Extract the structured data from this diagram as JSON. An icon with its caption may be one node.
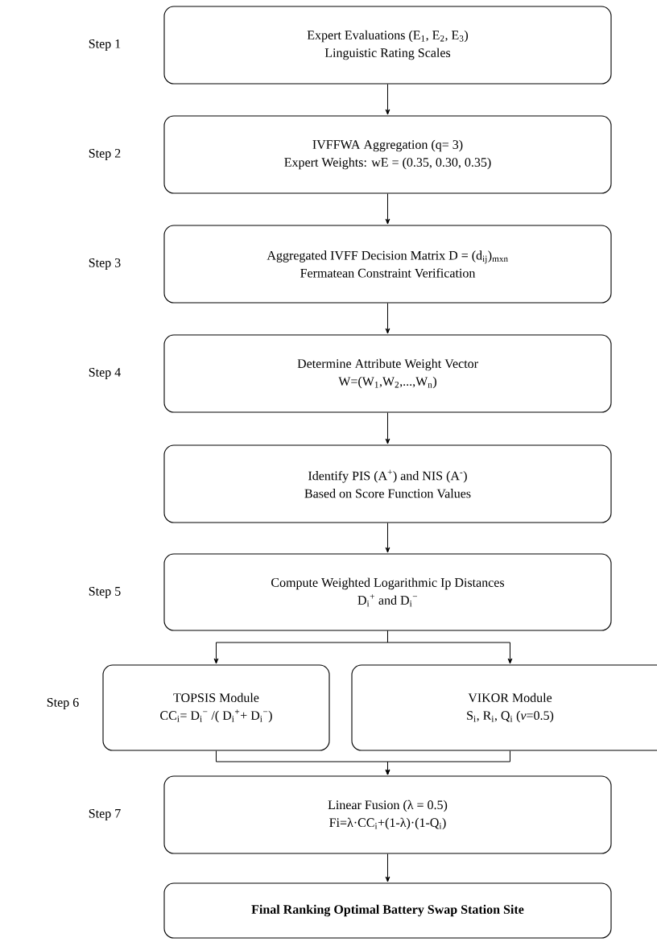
{
  "diagram": {
    "nodes": [
      {
        "text": [
          "Expert Evaluations (E$_{1}$, E$_{2}$, E$_{3}$)",
          "Linguistic Rating Scales"
        ],
        "beside": [
          "Step 1"
        ]
      },
      {
        "text": [
          "IVFFWA Aggregation (q= 3)",
          "Expert Weights: wE = (0.35, 0.30, 0.35)"
        ],
        "beside": [
          "Step 2"
        ]
      },
      {
        "text": [
          "Aggregated IVFF Decision Matrix D = (d$_{ij}$)$_{mxn}$",
          "Fermatean Constraint Verification"
        ],
        "beside": [
          "Step 3"
        ]
      },
      {
        "text": [
          "Determine Attribute Weight Vector",
          "W=(W$_{1}$,W$_{2}$,...,W$_{n}$)"
        ],
        "beside": [
          "Step 4"
        ]
      },
      {
        "text": [
          "Identify PIS (A$^{+}$) and NIS (A$^{-}$)",
          "Based on Score Function Values"
        ]
      },
      {
        "text": [
          "Compute Weighted Logarithmic Ip Distances",
          "D$_{i}$$^{+}$ and D$_{i}$$^{−}$"
        ],
        "beside": [
          "Step 5"
        ]
      },
      {
        "text": [
          "TOPSIS Module",
          "CC$_{i}$= D$_{i}$$^{−}$ /( D$_{i}$$^{+}$+ D$_{i}$$^{−}$)"
        ],
        "beside": [
          "Step 6"
        ]
      },
      {
        "text": [
          "VIKOR Module",
          "S$_{i}$, R$_{i}$, Q$_{i}$ (*ν*=0.5)"
        ]
      },
      {
        "text": [
          "Linear Fusion (λ = 0.5)",
          "Fi=λ·CC$_{i}$+(1-λ)·(1-Q$_{i}$)"
        ],
        "beside": [
          "Step 7"
        ]
      },
      {
        "text": [
          "Final Ranking Optimal Battery Swap Station Site"
        ]
      }
    ],
    "edges": [
      {
        "from": 0,
        "to": 1,
        "arrow": "to"
      },
      {
        "from": 1,
        "to": 2,
        "arrow": "to"
      },
      {
        "from": 2,
        "to": 3,
        "arrow": "to"
      },
      {
        "from": 3,
        "to": 4,
        "arrow": "to"
      },
      {
        "from": 4,
        "to": 5,
        "arrow": "to"
      },
      {
        "from": 5,
        "to": 6,
        "arrow": "to"
      },
      {
        "from": 5,
        "to": 7,
        "arrow": "to"
      },
      {
        "from": 6,
        "to": 8,
        "arrow": "to"
      },
      {
        "from": 7,
        "to": 8,
        "arrow": "to"
      },
      {
        "from": 8,
        "to": 9,
        "arrow": "to"
      }
    ]
  }
}
